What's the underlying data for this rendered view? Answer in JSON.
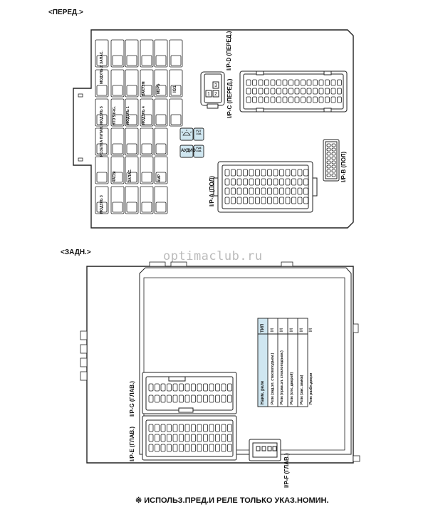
{
  "views": {
    "front_label": "<ПЕРЕД.>",
    "rear_label": "<ЗАДН.>"
  },
  "watermark": "optimaclub.ru",
  "front": {
    "fuse_labels_a": [
      "ЗАПАС.",
      "МОДУЛЬ 2",
      "МОДУЛЬ 5",
      "МОДУЛЬ 1",
      "МОДУЛЬ 4",
      "МОДУЛЬ 3",
      "РОЗЕТКА ПИТАН.",
      "ЧАСЫ",
      "ЗАПАС.",
      "ВАКУУМ",
      "MDPS",
      "IG1",
      "HTD STRG.",
      "AMP"
    ],
    "audio_label": "АУДИО",
    "audio_fuse_text": "F28 10A",
    "lamp_fuse_text": "F27 10A",
    "connectors": {
      "ipc": "I/P-C (ПЕРЕД.)",
      "ipc_pins": [
        "1",
        "2",
        "3"
      ],
      "ipd": "I/P-D (ПЕРЕД.)",
      "ipa": "I/P-A (ПОЛ)",
      "ipb": "I/P-B (ПОЛ)"
    }
  },
  "rear": {
    "connectors": {
      "ipg": "I/P-G (ГЛАВ.)",
      "ipe": "I/P-E (ГЛАВ.)",
      "ipf": "I/P-F (ГЛАВ.)"
    },
    "relay_table": {
      "header_name": "Наим. реле",
      "header_type": "ТИП",
      "rows": [
        {
          "name": "Реле (зад.эл. стеклоподъем.)",
          "type": "M"
        },
        {
          "name": "Реле (прав.эл. стеклоподъем.)",
          "type": "M"
        },
        {
          "name": "Реле (отк. дверей)",
          "type": "M"
        },
        {
          "name": "Реле (зак. замка)",
          "type": "M"
        },
        {
          "name": "Реле разбл.двери",
          "type": "M"
        }
      ]
    }
  },
  "footnote": "※ ИСПОЛЬЗ.ПРЕД.И РЕЛЕ ТОЛЬКО УКАЗ.НОМИН."
}
